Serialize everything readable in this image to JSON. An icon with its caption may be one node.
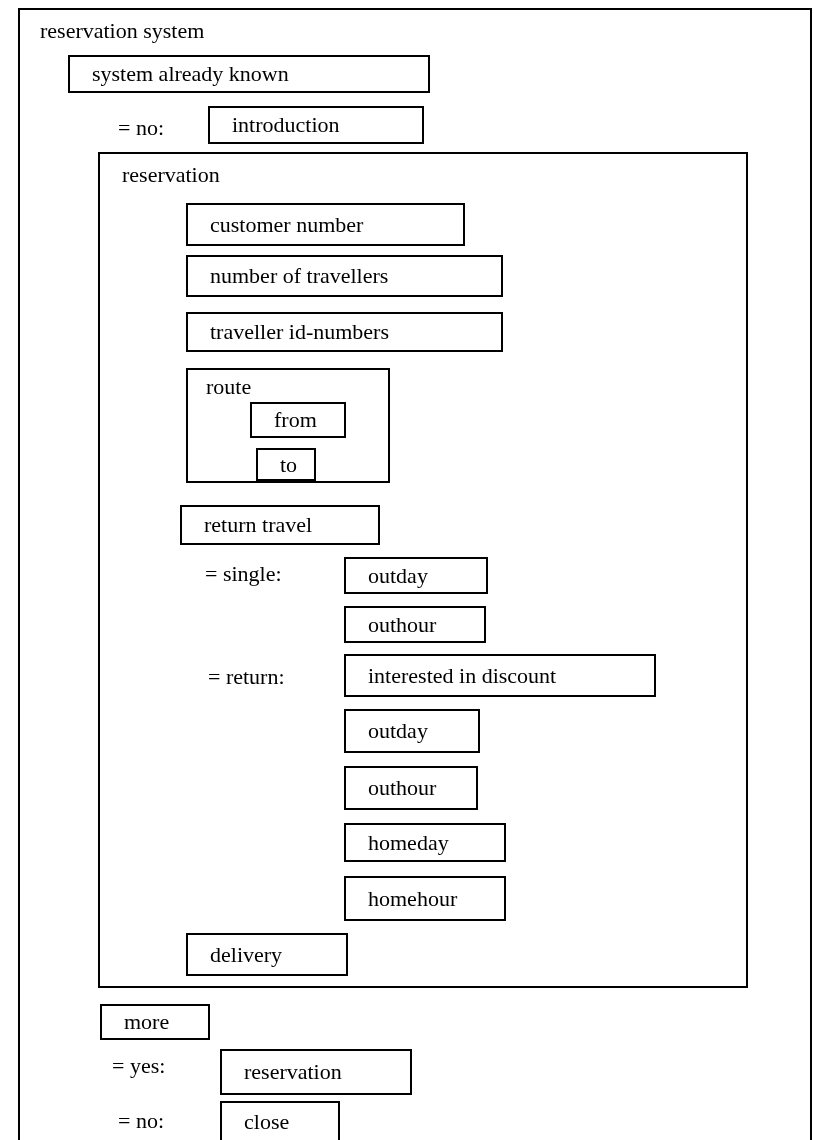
{
  "diagram": {
    "nodes": [
      {
        "text": [
          "reservation system"
        ]
      },
      {
        "text": [
          "system already known"
        ],
        "in": 0
      },
      {
        "text": [
          "introduction"
        ],
        "in": 0
      },
      {
        "text": [
          "reservation"
        ],
        "in": 0
      },
      {
        "text": [
          "customer number"
        ],
        "in": 3
      },
      {
        "text": [
          "number of travellers"
        ],
        "in": 3
      },
      {
        "text": [
          "traveller id-numbers"
        ],
        "in": 3
      },
      {
        "text": [
          "route"
        ],
        "in": 3
      },
      {
        "text": [
          "from"
        ],
        "in": 7
      },
      {
        "text": [
          "to"
        ],
        "in": 7
      },
      {
        "text": [
          "return travel"
        ],
        "in": 3
      },
      {
        "text": [
          "outday"
        ],
        "in": 3
      },
      {
        "text": [
          "outhour"
        ],
        "in": 3
      },
      {
        "text": [
          "interested in discount"
        ],
        "in": 3
      },
      {
        "text": [
          "outday"
        ],
        "in": 3
      },
      {
        "text": [
          "outhour"
        ],
        "in": 3
      },
      {
        "text": [
          "homeday"
        ],
        "in": 3
      },
      {
        "text": [
          "homehour"
        ],
        "in": 3
      },
      {
        "text": [
          "delivery"
        ],
        "in": 3
      },
      {
        "text": [
          "more"
        ],
        "in": 0
      },
      {
        "text": [
          "reservation"
        ],
        "in": 0
      },
      {
        "text": [
          "close"
        ],
        "in": 0
      }
    ],
    "labels": [
      "= no:",
      "= single:",
      "= return:",
      "= yes:",
      "= no:"
    ]
  }
}
